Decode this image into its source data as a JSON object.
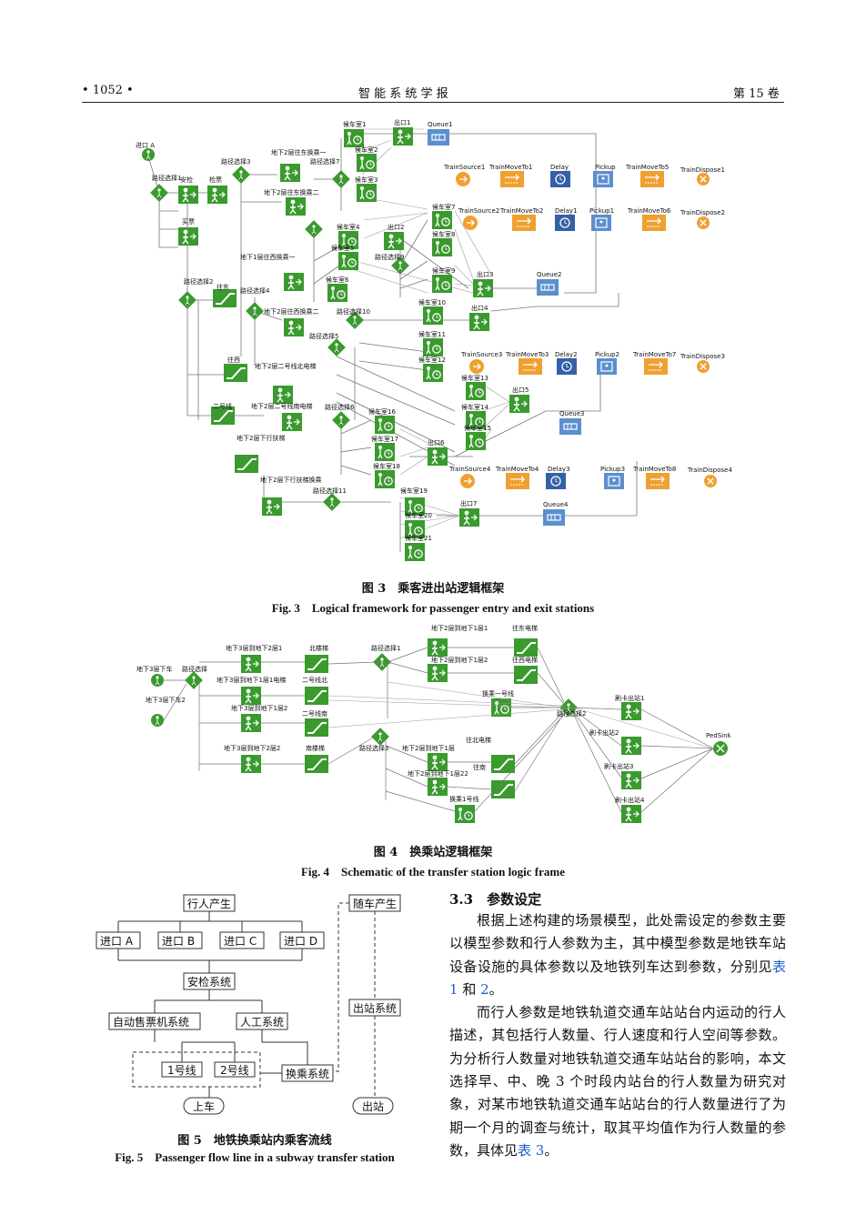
{
  "header": {
    "page": "• 1052 •",
    "journal": "智 能 系 统 学 报",
    "volume": "第 15 卷"
  },
  "fig3": {
    "caption_cn": "图 3　乘客进出站逻辑框架",
    "caption_en": "Fig. 3　Logical framework for passenger entry and exit stations",
    "labels": {
      "entryA": "进口 A",
      "route1": "路径选择1",
      "security": "安检",
      "ticketcheck": "检票",
      "buy": "买票",
      "route2": "路径选择2",
      "east": "往东",
      "west": "往西",
      "route3": "路径选择3",
      "route4": "路径选择4",
      "b2_east1": "地下2层往东换乘一",
      "b2_east2": "地下2层往东换乘二",
      "b1_west1": "地下1层往西换乘一",
      "b2_west2": "地下2层往西换乘二",
      "line2_north": "地下2层二号线北电梯",
      "line2": "二号线",
      "line2_south": "地下2层二号线南电梯",
      "b2_down": "地下2层下行扶梯",
      "b2_down_transfer": "地下2层下行扶梯换乘",
      "route5": "路径选择5",
      "route6": "路径选择6",
      "route7": "路径选择7",
      "route9": "路径选择9",
      "route10": "路径选择10",
      "route11": "路径选择11",
      "w1": "候车室1",
      "w2": "候车室2",
      "w3": "候车室3",
      "w4": "候车室4",
      "w5": "候车室5",
      "w6": "候车室6",
      "w7": "候车室7",
      "w8": "候车室8",
      "w9": "候车室9",
      "w10": "候车室10",
      "w11": "候车室11",
      "w12": "候车室12",
      "w13": "候车室13",
      "w14": "候车室14",
      "w15": "候车室15",
      "w16": "候车室16",
      "w17": "候车室17",
      "w18": "候车室18",
      "w19": "候车室19",
      "w20": "候车室20",
      "w21": "候车室21",
      "e1": "出口1",
      "e2": "出口2",
      "e3": "出口3",
      "e4": "出口4",
      "e5": "出口5",
      "e6": "出口6",
      "e7": "出口7",
      "q1": "Queue1",
      "q2": "Queue2",
      "q3": "Queue3",
      "q4": "Queue4",
      "ts1": "TrainSource1",
      "ts2": "TrainSource2",
      "ts3": "TrainSource3",
      "ts4": "TrainSource4",
      "tm1": "TrainMoveTo1",
      "tm2": "TrainMoveTo2",
      "tm3": "TrainMoveTo3",
      "tm4": "TrainMoveTo4",
      "tm5": "TrainMoveTo5",
      "tm6": "TrainMoveTo6",
      "tm7": "TrainMoveTo7",
      "tm8": "TrainMoveTo8",
      "d0": "Delay",
      "d1": "Delay1",
      "d2": "Delay2",
      "d3": "Delay3",
      "p0": "Pickup",
      "p1": "Pickup1",
      "p2": "Pickup2",
      "p3": "Pickup3",
      "td1": "TrainDispose1",
      "td2": "TrainDispose2",
      "td3": "TrainDispose3",
      "td4": "TrainDispose4"
    }
  },
  "fig4": {
    "caption_cn": "图 4　换乘站逻辑框架",
    "caption_en": "Fig. 4　Schematic of the transfer station logic frame",
    "labels": {
      "b3_off": "地下3层下车",
      "b3_off2": "地下3层下车2",
      "route": "路径选择",
      "route1": "路径选择1",
      "route2": "路径选择2",
      "route3": "路径选择3",
      "b3_b2_1": "地下3层到地下2层1",
      "b3_b1_elev": "地下3层到地下1层1电梯",
      "b3_b1_2": "地下3层到地下1层2",
      "b3_b2_2": "地下3层到地下2层2",
      "north_stair": "北楼梯",
      "line2_north": "二号线北",
      "line2_south": "二号线南",
      "south_stair": "南楼梯",
      "b2_b1_1": "地下2层到地下1层1",
      "b2_b1_2": "地下2层到地下1层2",
      "b2_b1_f": "地下2层到地下1层",
      "b2_b1_22": "地下2层到地下1层22",
      "east_elev": "往东电梯",
      "west_elev": "往西电梯",
      "transfer1": "换乘一号线",
      "north_elev": "往北电梯",
      "south": "往南",
      "transfer_line1": "换乘1号线",
      "gate1": "刷卡出站1",
      "gate2": "刷卡出站2",
      "gate3": "刷卡出站3",
      "gate4": "刷卡出站4",
      "sink": "PedSink"
    }
  },
  "fig5": {
    "caption_cn": "图 5　地铁换乘站内乘客流线",
    "caption_en": "Fig. 5　Passenger flow line in a subway transfer station",
    "ped_gen": "行人产生",
    "train_gen": "随车产生",
    "entries": [
      "进口 A",
      "进口 B",
      "进口 C",
      "进口 D"
    ],
    "security": "安检系统",
    "auto_ticket": "自动售票机系统",
    "manual": "人工系统",
    "line1": "1号线",
    "line2": "2号线",
    "transfer": "换乘系统",
    "exit_sys": "出站系统",
    "board": "上车",
    "exit": "出站"
  },
  "section": {
    "title": "3.3　参数设定",
    "p1_a": "根据上述构建的场景模型，此处需设定的参数主要以模型参数和行人参数为主，其中模型参数是地铁车站设备设施的具体参数以及地铁列车达到参数，分别见",
    "p1_ref1": "表 1",
    "p1_mid": " 和 ",
    "p1_ref2": "2",
    "p1_end": "。",
    "p2_a": "而行人参数是地铁轨道交通车站站台内运动的行人描述，其包括行人数量、行人速度和行人空间等参数。为分析行人数量对地铁轨道交通车站站台的影响，本文选择早、中、晚 3 个时段内站台的行人数量为研究对象，对某市地铁轨道交通车站站台的行人数量进行了为期一个月的调查与统计，取其平均值作为行人数量的参数，具体见",
    "p2_ref": "表 3",
    "p2_end": "。"
  }
}
